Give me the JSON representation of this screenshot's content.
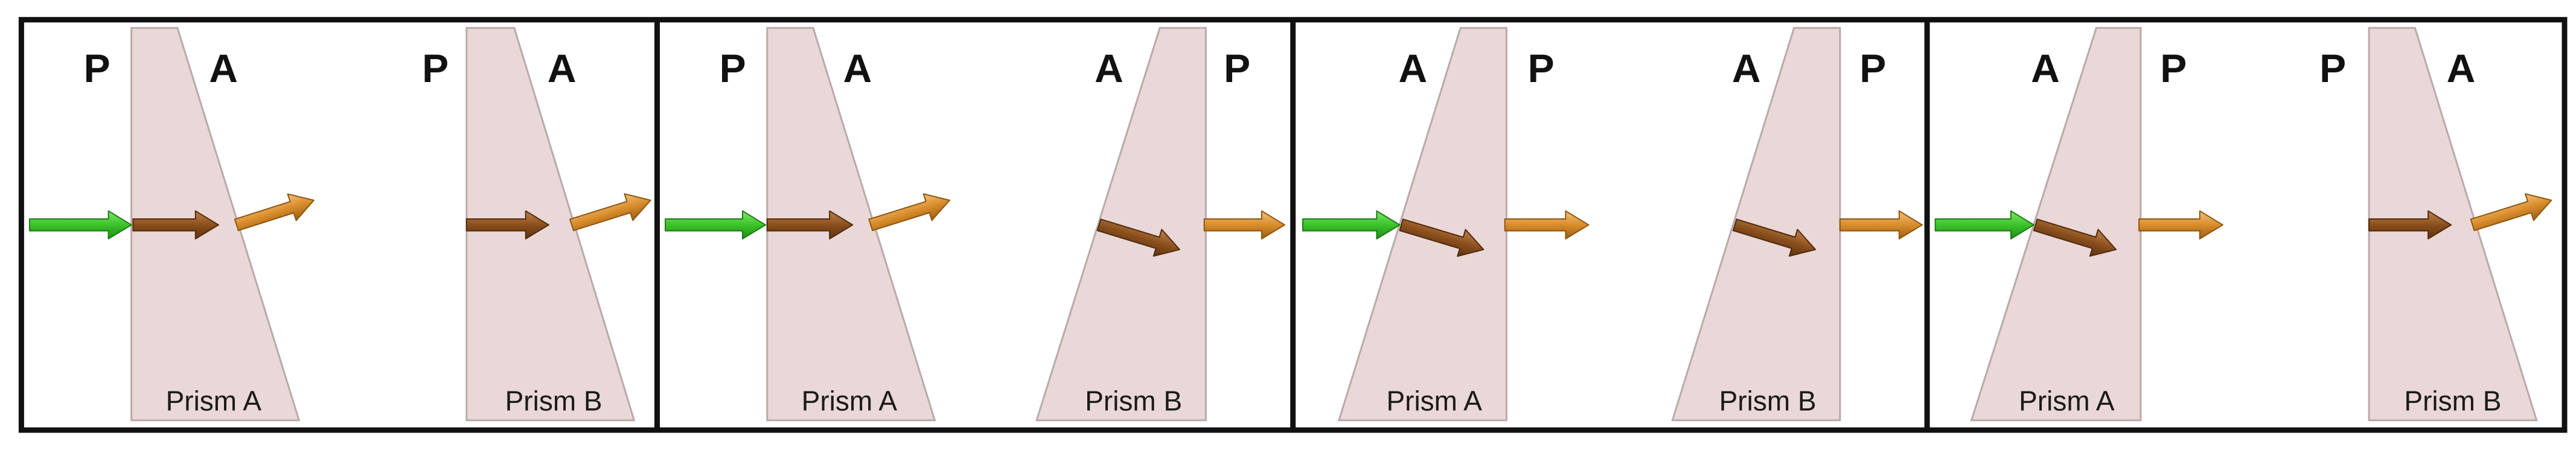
{
  "colors": {
    "prism_fill": "#ead7d7",
    "prism_edge": "#b9aaaa",
    "incident_arrow": "#3cc32a",
    "inside_arrow": "#8a4f1d",
    "exit_arrow": "#d98d2c",
    "frame": "#111111"
  },
  "panels": [
    {
      "prism_a": {
        "left_label": "P",
        "right_label": "A",
        "name": "Prism A"
      },
      "prism_b": {
        "left_label": "P",
        "right_label": "A",
        "name": "Prism B"
      }
    },
    {
      "prism_a": {
        "left_label": "P",
        "right_label": "A",
        "name": "Prism A"
      },
      "prism_b": {
        "left_label": "A",
        "right_label": "P",
        "name": "Prism B"
      }
    },
    {
      "prism_a": {
        "left_label": "A",
        "right_label": "P",
        "name": "Prism A"
      },
      "prism_b": {
        "left_label": "A",
        "right_label": "P",
        "name": "Prism B"
      }
    },
    {
      "prism_a": {
        "left_label": "A",
        "right_label": "P",
        "name": "Prism A"
      },
      "prism_b": {
        "left_label": "P",
        "right_label": "A",
        "name": "Prism B"
      }
    }
  ]
}
